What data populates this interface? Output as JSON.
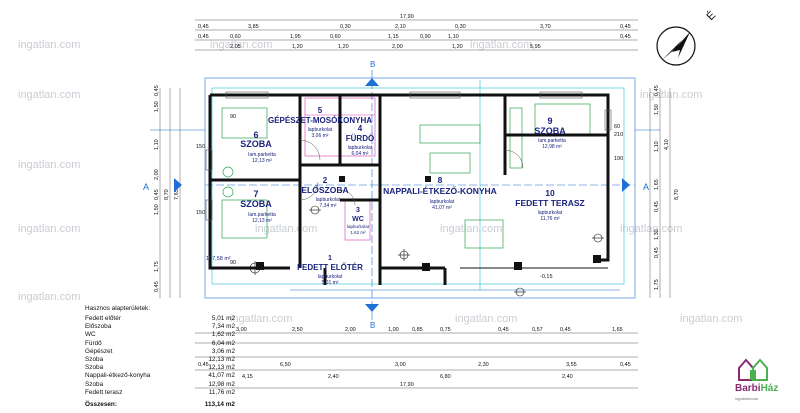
{
  "watermark": "ingatlan.com",
  "rooms": [
    {
      "id": "szoba6",
      "number": "6",
      "name": "SZOBA",
      "floor": "lam.parketta",
      "area": "12,13 m²"
    },
    {
      "id": "szoba7",
      "number": "7",
      "name": "SZOBA",
      "floor": "lam.parketta",
      "area": "12,13 m²"
    },
    {
      "id": "gepeszet",
      "number": "5",
      "name": "GÉPÉSZET-MOSÓKONYHA",
      "floor": "lapburkolat",
      "area": "3,06 m²"
    },
    {
      "id": "furdo",
      "number": "4",
      "name": "FÜRDŐ",
      "floor": "lapburkolat",
      "area": "6,04 m²"
    },
    {
      "id": "eloszoba",
      "number": "2",
      "name": "ELŐSZOBA",
      "floor": "lapburkolat",
      "area": "7,34 m²"
    },
    {
      "id": "wc",
      "number": "3",
      "name": "WC",
      "floor": "lapburkolat",
      "area": "1,62 m²"
    },
    {
      "id": "nappali",
      "number": "8",
      "name": "NAPPALI-ÉTKEZŐ-KONYHA",
      "floor": "lapburkolat",
      "area": "41,07 m²"
    },
    {
      "id": "szoba9",
      "number": "9",
      "name": "SZOBA",
      "floor": "lam.parketta",
      "area": "12,98 m²"
    },
    {
      "id": "terasz",
      "number": "10",
      "name": "FEDETT TERASZ",
      "floor": "lapburkolat",
      "area": "11,76 m²"
    },
    {
      "id": "eloter",
      "number": "1",
      "name": "FEDETT ELŐTÉR",
      "floor": "lapburkolat",
      "area": "5,01 m²"
    }
  ],
  "gross_area": "137,58 m²",
  "section_marks": {
    "a": "A",
    "b": "B"
  },
  "spot_level": "-0,15",
  "north_label": "É",
  "dimensions": {
    "top_total": "17,90",
    "top_row1": [
      "0,45",
      "3,85",
      "0,30",
      "2,10",
      "0,30",
      "3,70",
      "0,45"
    ],
    "top_row2": [
      "0,45",
      "0,60",
      "1,95",
      "0,60",
      "1,15",
      "0,90",
      "1,10",
      "0,45"
    ],
    "top_row3": [
      "2,05",
      "1,20",
      "1,20",
      "2,00",
      "1,20",
      "5,95"
    ],
    "bottom_row1": [
      "3,00",
      "2,50",
      "2,00",
      "1,00",
      "0,85",
      "0,75",
      "0,45",
      "0,57",
      "0,45",
      "1,65"
    ],
    "bottom_row2": [
      "0,45",
      "6,50",
      "3,00",
      "2,30",
      "3,55",
      "0,45"
    ],
    "bottom_row3": [
      "4,15",
      "2,40",
      "6,80",
      "2,40"
    ],
    "bottom_total": "17,90",
    "left_col": [
      "0,45",
      "1,50",
      "1,10",
      "2,00",
      "0,45",
      "1,50",
      "1,75",
      "0,45"
    ],
    "left_total": [
      "8,70",
      "7,65"
    ],
    "right_col": [
      "0,45",
      "1,50",
      "1,10",
      "1,65",
      "0,45",
      "1,30",
      "0,45",
      "1,75"
    ],
    "right_total": [
      "4,10",
      "8,70"
    ],
    "small_labels": [
      "150",
      "90",
      "60",
      "210",
      "190"
    ]
  },
  "area_table": {
    "title": "Hasznos alapterületek:",
    "rows": [
      {
        "name": "Fedett előtér",
        "value": "5,01 m2"
      },
      {
        "name": "Előszoba",
        "value": "7,34 m2"
      },
      {
        "name": "WC",
        "value": "1,62 m2"
      },
      {
        "name": "Fürdő",
        "value": "6,04 m2"
      },
      {
        "name": "Gépészet",
        "value": "3,06 m2"
      },
      {
        "name": "Szoba",
        "value": "12,13 m2"
      },
      {
        "name": "Szoba",
        "value": "12,13 m2"
      },
      {
        "name": "Nappali-étkező-konyha",
        "value": "41,07 m2"
      },
      {
        "name": "Szoba",
        "value": "12,98 m2"
      },
      {
        "name": "Fedett terasz",
        "value": "11,76 m2"
      }
    ],
    "total_label": "Összesen:",
    "total_value": "113,14 m2"
  },
  "logo": {
    "part1": "Barbi",
    "part2": "Ház",
    "tagline": "ingatlaniroda"
  }
}
